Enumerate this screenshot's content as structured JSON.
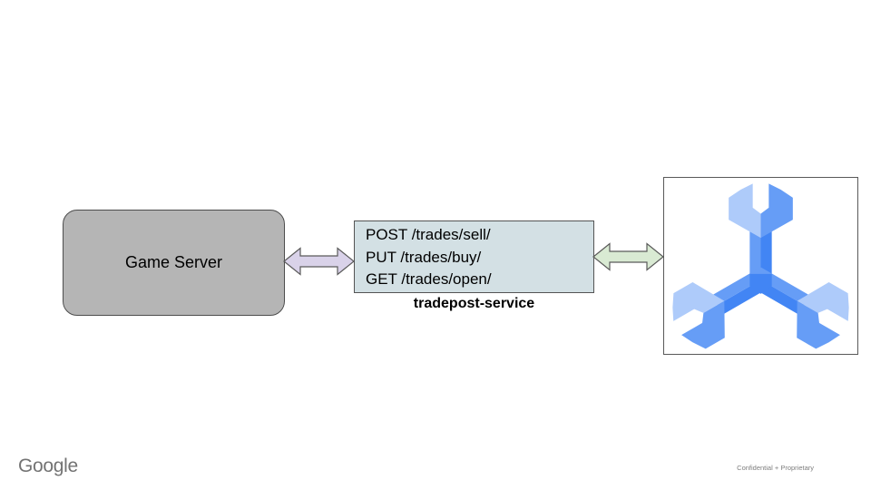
{
  "slide": {
    "background": "#ffffff",
    "game_server": {
      "label": "Game Server",
      "fill": "#b5b5b5"
    },
    "tradepost": {
      "endpoints": [
        "POST /trades/sell/",
        "PUT /trades/buy/",
        "GET /trades/open/"
      ],
      "caption": "tradepost-service",
      "fill": "#d3e0e4"
    },
    "connectors": {
      "left": {
        "type": "double-arrow",
        "fill": "#d9d2e9",
        "stroke": "#5a5a5a"
      },
      "right": {
        "type": "double-arrow",
        "fill": "#d9ead3",
        "stroke": "#5a5a5a"
      }
    },
    "spanner_icon": {
      "name": "cloud-spanner-logo",
      "colors": {
        "light": "#aecbfa",
        "medium": "#669df6",
        "dark": "#4285f4"
      }
    },
    "footer": {
      "brand": "Google",
      "note": "Confidential + Proprietary"
    }
  }
}
